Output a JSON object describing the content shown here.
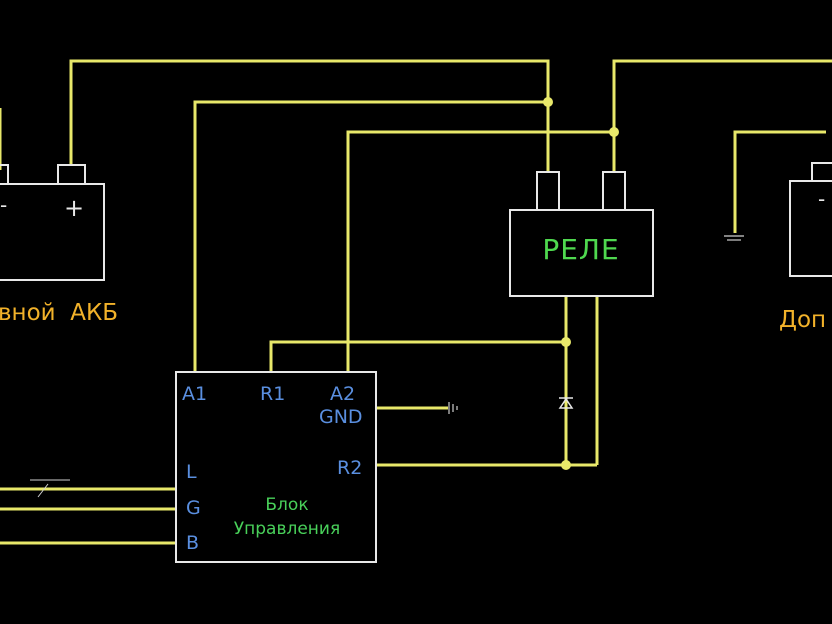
{
  "colors": {
    "background": "#000000",
    "wire": "#e8e86a",
    "outline": "#e8e8e8",
    "terminal_label": "#5a8fe0",
    "relay_label": "#4fd84f",
    "battery_label": "#f2b22a",
    "unit_label": "#49d15a"
  },
  "main_battery": {
    "label": "вной  АКБ",
    "minus_sign": "-",
    "plus_sign": "+"
  },
  "aux_battery": {
    "label": "Доп",
    "minus_sign": "-"
  },
  "relay": {
    "label": "РЕЛЕ"
  },
  "control_unit": {
    "title_line1": "Блок",
    "title_line2": "Управления",
    "terminals": {
      "a1": "A1",
      "r1": "R1",
      "a2": "A2",
      "gnd": "GND",
      "r2": "R2",
      "l": "L",
      "g": "G",
      "b": "B"
    }
  },
  "icons": {
    "ground": "ground-icon",
    "diode": "diode-icon",
    "junction": "junction-dot-icon"
  }
}
